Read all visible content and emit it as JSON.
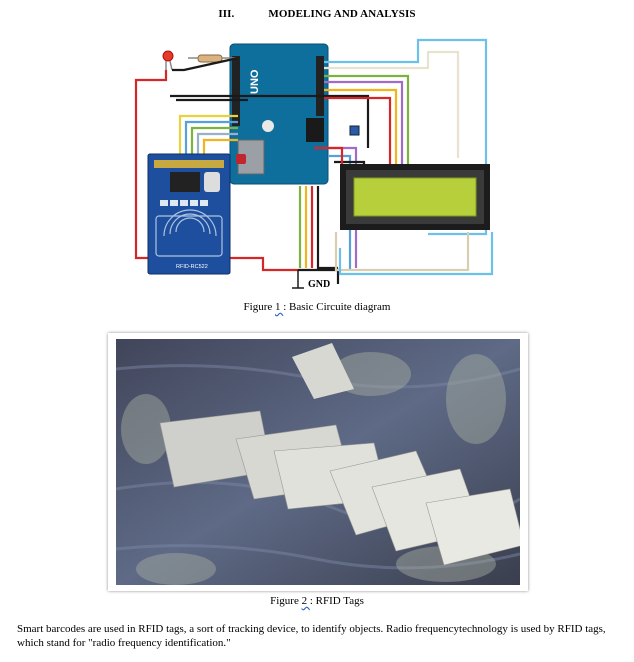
{
  "section": {
    "number": "III.",
    "title": "MODELING AND ANALYSIS"
  },
  "figure1": {
    "caption_prefix": "Figure ",
    "caption_number": "1 ",
    "caption_text": ": Basic  Circuite diagram",
    "gnd_label": "GND",
    "rfid_module_label": "RFID-RC522",
    "board_brand": "UNO"
  },
  "figure2": {
    "caption_prefix": "Figure ",
    "caption_number": "2 ",
    "caption_text": ": RFID Tags"
  },
  "paragraph": "Smart barcodes are used in RFID tags, a sort of tracking device, to identify objects. Radio frequencytechnology is used by RFID tags, which stand for \"radio frequency identification.\""
}
